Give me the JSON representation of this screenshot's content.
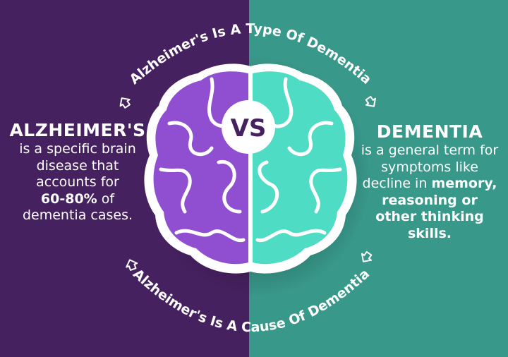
{
  "arc_top": "Alzheimer's Is A Type Of Dementia",
  "arc_bottom": "Alzheimer's Is A Cause Of Dementia",
  "vs_label": "VS",
  "left": {
    "title": "ALZHEIMER'S",
    "line1": "is a specific brain",
    "line2": "disease that",
    "line3": "accounts for",
    "highlight": "60-80%",
    "line4_rest": " of",
    "line5": "dementia cases."
  },
  "right": {
    "title": "DEMENTIA",
    "line1": "is a general term for",
    "line2": "symptoms like",
    "line3_start": "decline in ",
    "highlight1": "memory,",
    "highlight2": "reasoning or",
    "highlight3": "other thinking skills."
  },
  "colors": {
    "purple_bg": "#46215f",
    "teal_bg": "#38988a",
    "purple_brain": "#8f4fd0",
    "teal_brain": "#4fdcc4"
  }
}
